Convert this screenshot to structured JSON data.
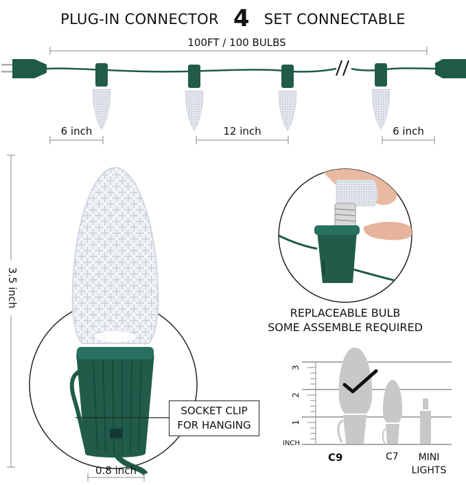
{
  "header": {
    "left": "PLUG-IN CONNECTOR",
    "number": "4",
    "right": "SET CONNECTABLE"
  },
  "string_diagram": {
    "total_length": "100FT / 100 BULBS",
    "end_spacing_left": "6 inch",
    "bulb_spacing": "12 inch",
    "end_spacing_right": "6 inch"
  },
  "bulb_detail": {
    "height": "3.5 inch",
    "base_width": "0.8 inch",
    "callout_line1": "SOCKET CLIP",
    "callout_line2": "FOR HANGING"
  },
  "replaceable": {
    "line1": "REPLACEABLE BULB",
    "line2": "SOME ASSEMBLE REQUIRED"
  },
  "size_compare": {
    "unit": "INCH",
    "ticks": [
      "1",
      "2",
      "3"
    ],
    "bulb_c9": "C9",
    "bulb_c7": "C7",
    "bulb_mini_line1": "MINI",
    "bulb_mini_line2": "LIGHTS"
  },
  "colors": {
    "wire_green": "#1f5a47",
    "socket_green": "#215c4b",
    "bulb_white": "#f2f4f8",
    "compare_gray": "#c8c8c8"
  }
}
